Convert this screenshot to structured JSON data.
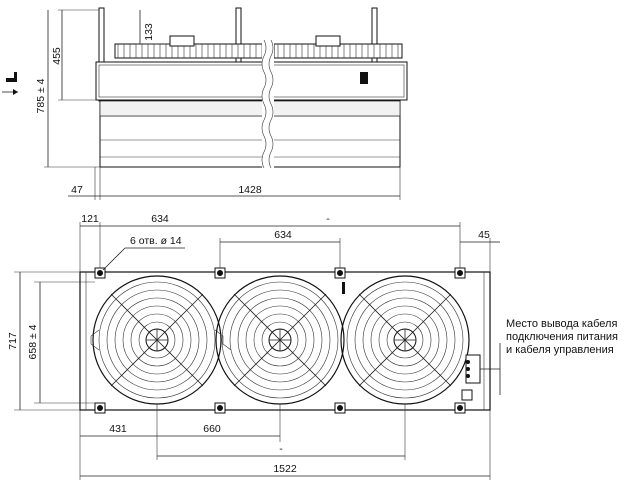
{
  "colors": {
    "line": "#111111",
    "body_fill": "#ffffff",
    "panel_fill": "#d9d9d9"
  },
  "side_view": {
    "dimensions": {
      "fan_height": "133",
      "upper_height": "455",
      "total_height": "785 ± 4",
      "left_offset": "47",
      "length": "1428"
    }
  },
  "plan_view": {
    "dimensions": {
      "edge_to_hole": "121",
      "hole_pitch_1": "634",
      "hole_pitch_unknown": "-",
      "hole_pitch_2": "634",
      "end_to_hole": "45",
      "holes": "6 отв. ø 14",
      "overall_width": "717",
      "hole_spacing_vertical": "658 ± 4",
      "first_fan_center": "431",
      "fan_pitch": "660",
      "fan_span": "-",
      "overall_length": "1522"
    },
    "fan_count": 3,
    "cable_note": [
      "Место вывода кабеля",
      "подключения питания",
      "и кабеля управления"
    ]
  }
}
